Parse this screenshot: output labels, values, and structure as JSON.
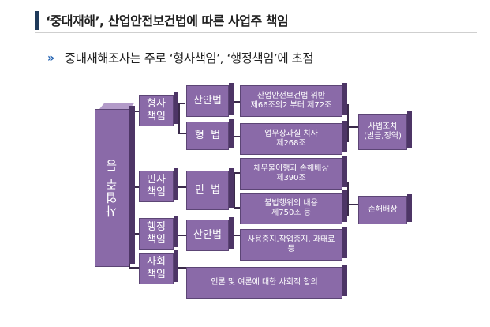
{
  "header": {
    "title": "‘중대재해’, 산업안전보건법에 따른 사업주 책임",
    "bullet_symbol": "»",
    "subtitle": "중대재해조사는 주로 ‘형사책임’, ‘행정책임’에 초점"
  },
  "diagram": {
    "root": "사업주 등",
    "responsibilities": [
      {
        "label": "형사\n책임",
        "laws": [
          {
            "label": "산안법",
            "provision": "산업안전보건법 위반\n제66조의2 부터 제72조"
          },
          {
            "label": "형  법",
            "provision": "업무상과실 치사\n제268조"
          }
        ]
      },
      {
        "label": "민사\n책임",
        "laws": [
          {
            "label": "민  법",
            "provision": "채무불이행과 손해배상\n제390조"
          },
          {
            "label": "",
            "provision": "불법행위의 내용\n제750조 등"
          }
        ]
      },
      {
        "label": "행정\n책임",
        "laws": [
          {
            "label": "산안법",
            "provision": "사용중지,작업중지, 과태료\n등"
          }
        ]
      },
      {
        "label": "사회\n책임",
        "laws": [
          {
            "label": "",
            "provision": "언론 및 여론에 대한 사회적 합의"
          }
        ]
      }
    ],
    "outcomes": [
      {
        "label": "사법조치\n(벌금,징역)"
      },
      {
        "label": "손해배상"
      }
    ]
  },
  "colors": {
    "block_face": "#8a6aa8",
    "block_side": "#4d3566",
    "block_top": "#b39bc9",
    "title_accent": "#1f3a5a",
    "bullet": "#1f5fb0"
  }
}
